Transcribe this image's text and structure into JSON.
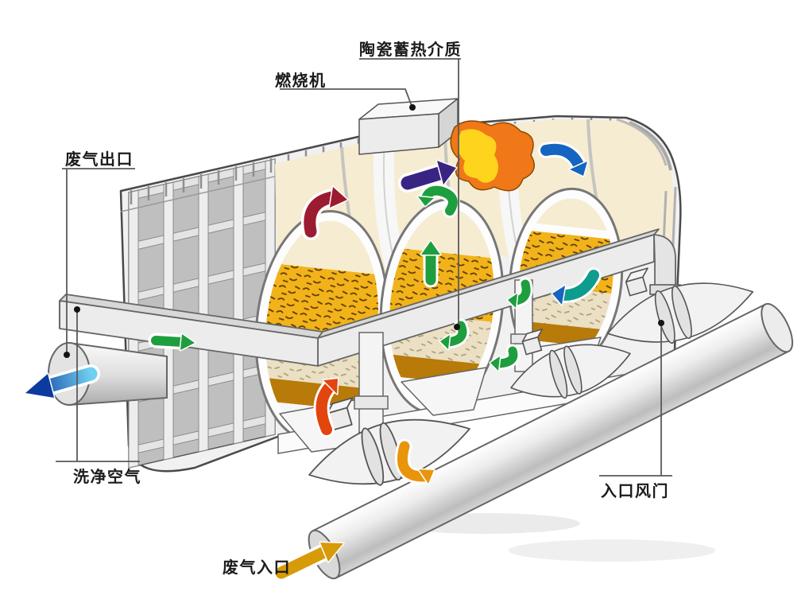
{
  "figure": {
    "type": "cutaway-technical-illustration",
    "labels": {
      "ceramic_media": "陶瓷蓄热介质",
      "burner": "燃烧机",
      "exhaust_outlet": "废气出口",
      "clean_air": "洗净空气",
      "inlet_damper": "入口风门",
      "exhaust_inlet": "废气入口"
    }
  },
  "colors": {
    "shell": "#f1f1f1",
    "shell_outline": "#4a4a4a",
    "interior_cream": "#f6ecd2",
    "bed_yellow": "#f2b31a",
    "bed_beige": "#ebe0c4",
    "bed_amber": "#b87a08",
    "flame_outer": "#f07818",
    "flame_core": "#ffd41c",
    "leader_line": "#5a5a5a"
  },
  "flow_arrows": {
    "hot_red": "#9b1b30",
    "purple": "#3a2483",
    "green": "#1e9e3e",
    "blue": "#1565c0",
    "teal": "#0e9c8e",
    "orange_red": "#e3450f",
    "orange": "#e8950c",
    "inlet_gold": "#d79a08",
    "outlet_blue_dark": "#0d3a9e",
    "outlet_blue_light": "#6fd0f2"
  }
}
